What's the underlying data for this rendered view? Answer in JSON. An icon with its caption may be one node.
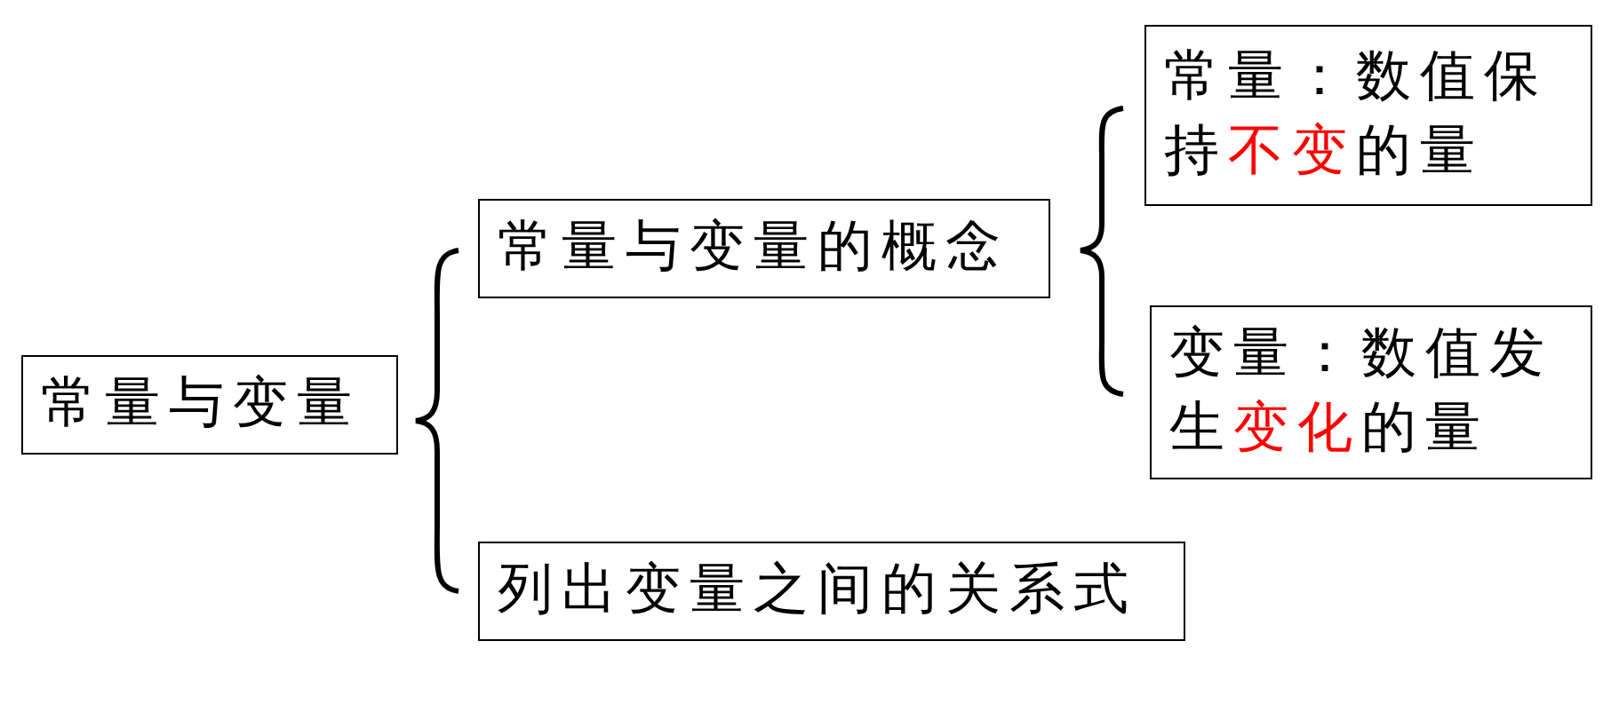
{
  "diagram": {
    "nodes": [
      {
        "text": [
          "常量与变量"
        ]
      },
      {
        "text": [
          "常量与变量的概念"
        ]
      },
      {
        "text": [
          "列出变量之间的关系式"
        ]
      },
      {
        "text": [
          "常量：数值保持**不变**的量"
        ]
      },
      {
        "text": [
          "变量：数值发生**变化**的量"
        ]
      }
    ]
  }
}
